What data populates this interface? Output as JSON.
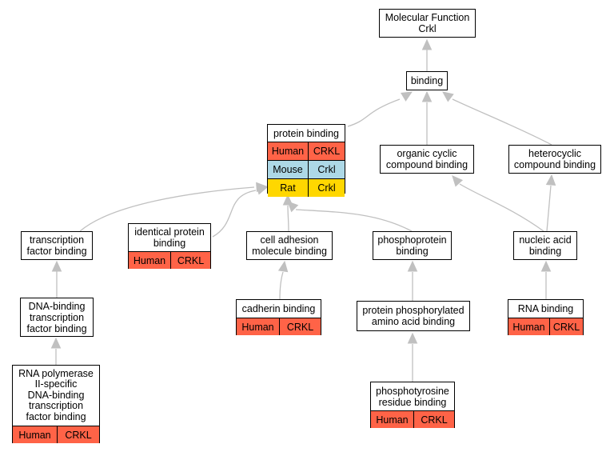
{
  "nodes": {
    "mf": {
      "lines": [
        "Molecular Function",
        "Crkl"
      ],
      "rows": []
    },
    "binding": {
      "lines": [
        "binding"
      ],
      "rows": []
    },
    "protein": {
      "lines": [
        "protein binding"
      ],
      "rows": [
        {
          "species": "Human",
          "gene": "CRKL",
          "color": "#ff6347"
        },
        {
          "species": "Mouse",
          "gene": "Crkl",
          "color": "#add8e6"
        },
        {
          "species": "Rat",
          "gene": "Crkl",
          "color": "#ffd700"
        }
      ]
    },
    "organic": {
      "lines": [
        "organic cyclic",
        "compound binding"
      ],
      "rows": []
    },
    "hetero": {
      "lines": [
        "heterocyclic",
        "compound binding"
      ],
      "rows": []
    },
    "tfb": {
      "lines": [
        "transcription",
        "factor binding"
      ],
      "rows": []
    },
    "identical": {
      "lines": [
        "identical protein",
        "binding"
      ],
      "rows": [
        {
          "species": "Human",
          "gene": "CRKL",
          "color": "#ff6347"
        }
      ]
    },
    "celladh": {
      "lines": [
        "cell adhesion",
        "molecule binding"
      ],
      "rows": []
    },
    "phospho": {
      "lines": [
        "phosphoprotein",
        "binding"
      ],
      "rows": []
    },
    "nucleic": {
      "lines": [
        "nucleic acid",
        "binding"
      ],
      "rows": []
    },
    "dnatf": {
      "lines": [
        "DNA-binding",
        "transcription",
        "factor binding"
      ],
      "rows": []
    },
    "cadherin": {
      "lines": [
        "cadherin binding"
      ],
      "rows": [
        {
          "species": "Human",
          "gene": "CRKL",
          "color": "#ff6347"
        }
      ]
    },
    "pphos": {
      "lines": [
        "protein phosphorylated",
        "amino acid binding"
      ],
      "rows": []
    },
    "rna": {
      "lines": [
        "RNA binding"
      ],
      "rows": [
        {
          "species": "Human",
          "gene": "CRKL",
          "color": "#ff6347"
        }
      ]
    },
    "rnapol": {
      "lines": [
        "RNA polymerase",
        "II-specific",
        "DNA-binding",
        "transcription",
        "factor binding"
      ],
      "rows": [
        {
          "species": "Human",
          "gene": "CRKL",
          "color": "#ff6347"
        }
      ]
    },
    "ptyr": {
      "lines": [
        "phosphotyrosine",
        "residue binding"
      ],
      "rows": [
        {
          "species": "Human",
          "gene": "CRKL",
          "color": "#ff6347"
        }
      ]
    }
  },
  "edges": [
    {
      "from": "binding",
      "to": "mf"
    },
    {
      "from": "protein",
      "to": "binding"
    },
    {
      "from": "organic",
      "to": "binding"
    },
    {
      "from": "hetero",
      "to": "binding"
    },
    {
      "from": "tfb",
      "to": "protein"
    },
    {
      "from": "identical",
      "to": "protein"
    },
    {
      "from": "celladh",
      "to": "protein"
    },
    {
      "from": "phospho",
      "to": "protein"
    },
    {
      "from": "nucleic",
      "to": "organic"
    },
    {
      "from": "nucleic",
      "to": "hetero"
    },
    {
      "from": "dnatf",
      "to": "tfb"
    },
    {
      "from": "cadherin",
      "to": "celladh"
    },
    {
      "from": "pphos",
      "to": "phospho"
    },
    {
      "from": "rna",
      "to": "nucleic"
    },
    {
      "from": "rnapol",
      "to": "dnatf"
    },
    {
      "from": "ptyr",
      "to": "pphos"
    }
  ]
}
